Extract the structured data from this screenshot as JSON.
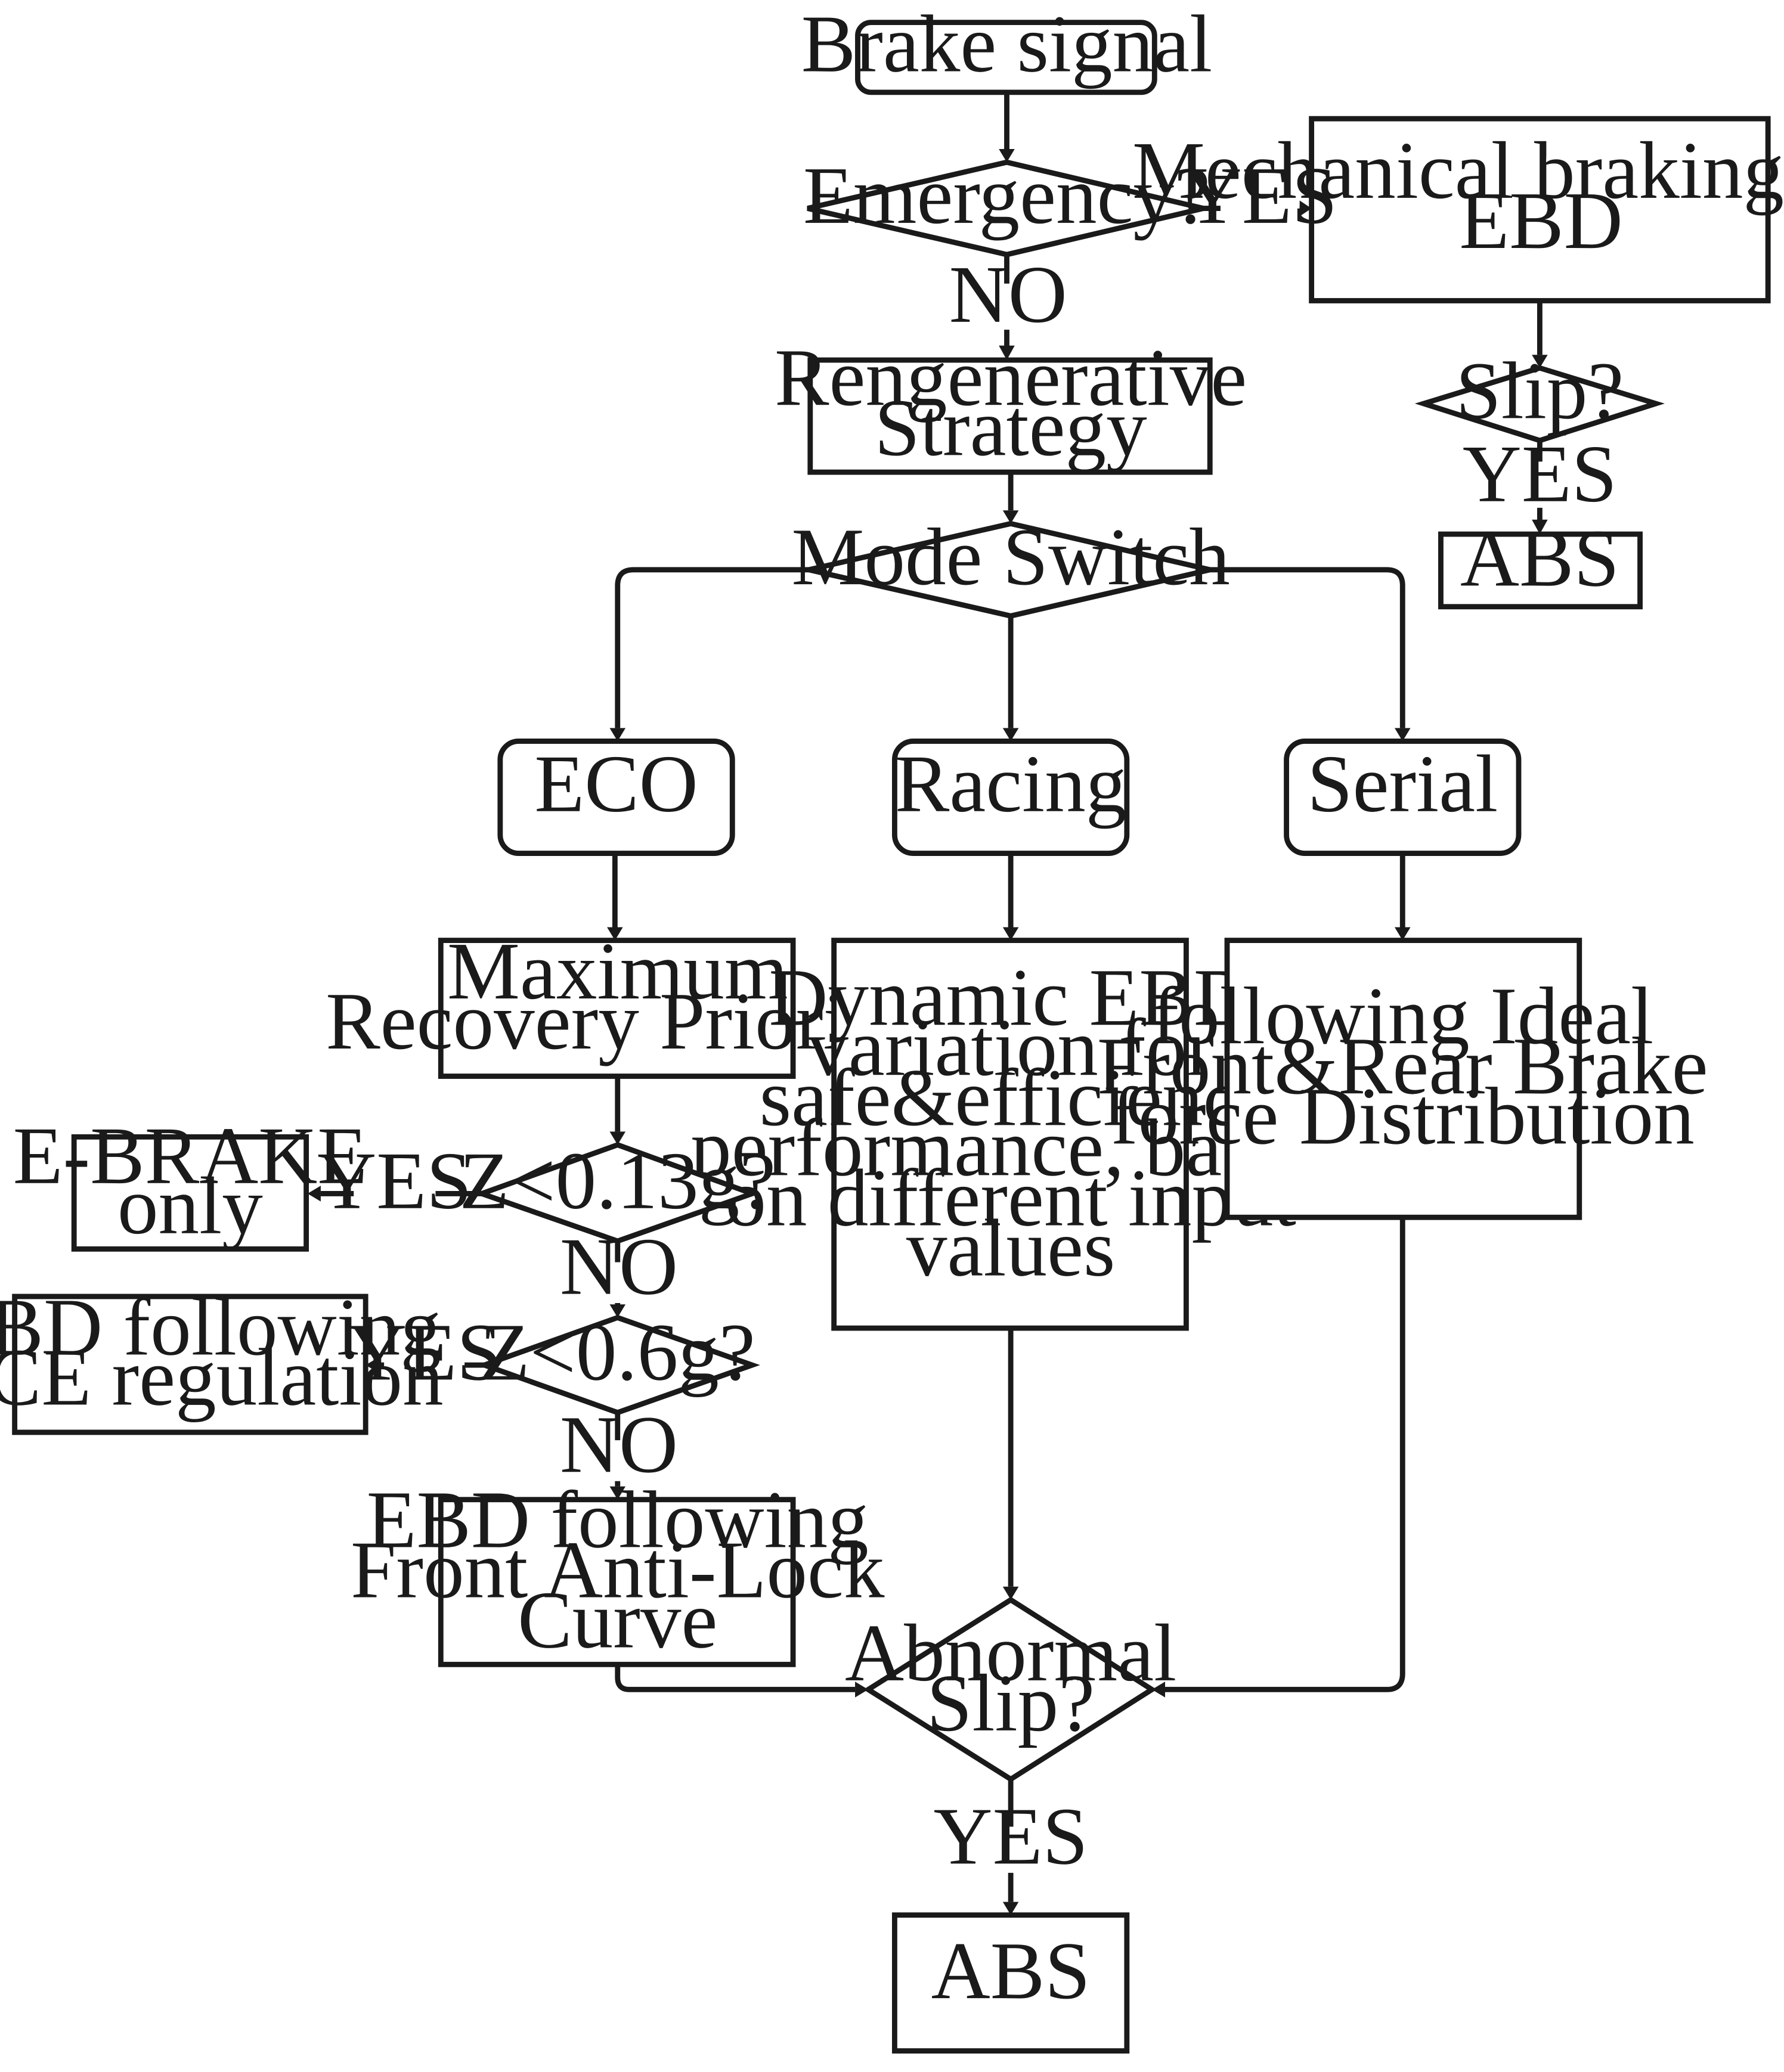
{
  "nodes": {
    "brake_signal": "Brake signal",
    "emergency": "Emergency?",
    "mechanical": [
      "Mechanical braking with",
      "EBD"
    ],
    "slip_top": "Slip?",
    "abs_top": "ABS",
    "regen": [
      "Rengenerative",
      "Strategy"
    ],
    "mode_switch": "Mode Switch",
    "eco": "ECO",
    "racing": "Racing",
    "serial": "Serial",
    "max_recovery": [
      "Maximum",
      "Recovery Priority"
    ],
    "dynamic_ebd": [
      "Dynamic EBD",
      "variation for",
      "safe&efficienct",
      "performance, based",
      "on different input",
      "values"
    ],
    "ideal_distribution": [
      "following Ideal",
      "Front&Rear Brake",
      "force Distribution"
    ],
    "z013": "Z<0.13g?",
    "ebrake": [
      "E-BRAKE",
      "only"
    ],
    "z06": "Z<0.6g?",
    "ebd_ece": [
      "EBD following",
      "ECE regulation"
    ],
    "ebd_front": [
      "EBD following",
      "Front Anti-Lock",
      "Curve"
    ],
    "abnormal_slip": [
      "Abnormal",
      "Slip?"
    ],
    "abs_bottom": "ABS"
  },
  "edge_labels": {
    "emergency_yes": "YES",
    "emergency_no": "NO",
    "slip_top_yes": "YES",
    "z013_yes": "YES",
    "z013_no": "NO",
    "z06_yes": "YES",
    "z06_no": "NO",
    "abnormal_yes": "YES"
  },
  "colors": {
    "stroke": "#1a1a1a",
    "background": "#ffffff"
  }
}
